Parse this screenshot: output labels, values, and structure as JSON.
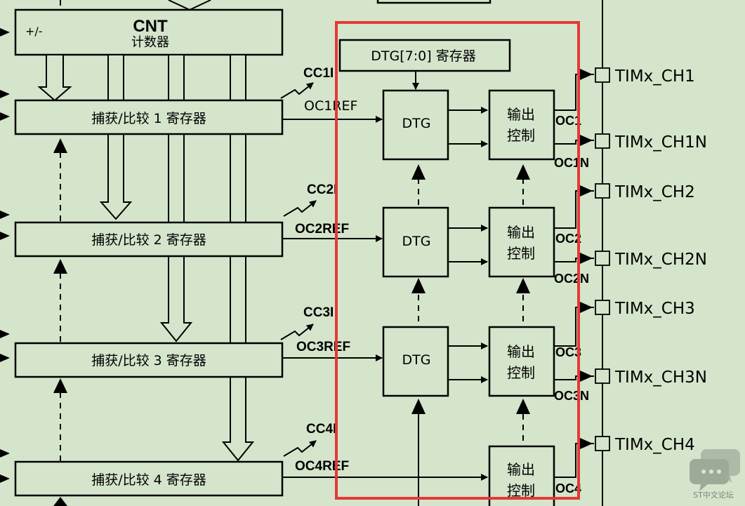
{
  "colors": {
    "background": "#d4e5cb",
    "highlight": "#e53935",
    "ink": "#000000"
  },
  "counter": {
    "title": "CNT",
    "subtitle": "计数器",
    "updown": "+/-"
  },
  "dtg_register": "DTG[7:0] 寄存器",
  "registers": [
    "捕获/比较 1 寄存器",
    "捕获/比较 2 寄存器",
    "捕获/比较 3 寄存器",
    "捕获/比较 4 寄存器"
  ],
  "cc_labels": [
    "CC1I",
    "CC2I",
    "CC3I",
    "CC4I"
  ],
  "ocref_labels": [
    "OC1REF",
    "OC2REF",
    "OC3REF",
    "OC4REF"
  ],
  "dtg_label": "DTG",
  "output_control": {
    "line1": "输出",
    "line2": "控制"
  },
  "oc_labels": [
    "OC1",
    "OC1N",
    "OC2",
    "OC2N",
    "OC3",
    "OC3N",
    "OC4"
  ],
  "pins": [
    "TIMx_CH1",
    "TIMx_CH1N",
    "TIMx_CH2",
    "TIMx_CH2N",
    "TIMx_CH3",
    "TIMx_CH3N",
    "TIMx_CH4"
  ],
  "watermark": {
    "icon": "chat-bubbles-icon",
    "text": "ST中文论坛"
  }
}
